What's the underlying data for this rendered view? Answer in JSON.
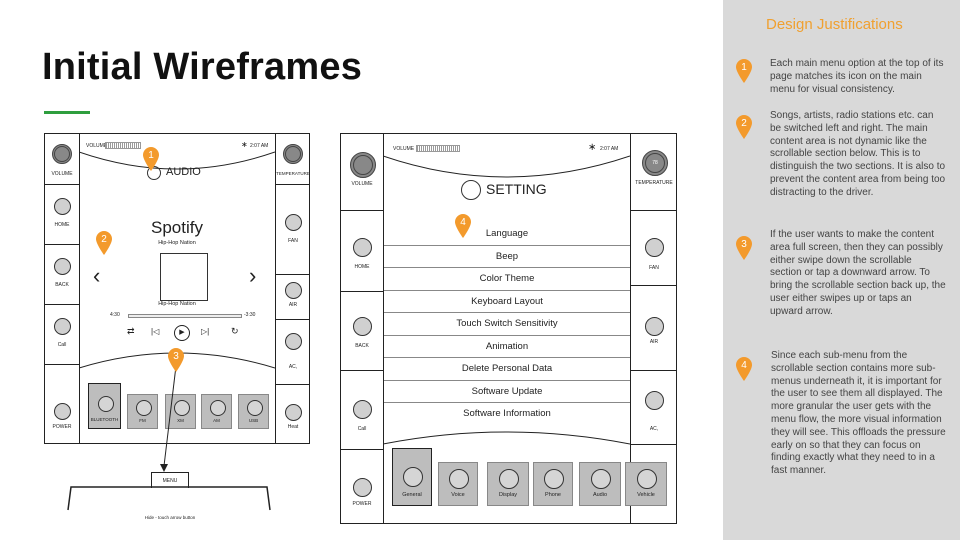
{
  "slide": {
    "title": "Initial Wireframes",
    "accent_color": "#2e9e3e"
  },
  "panel": {
    "title": "Design Justifications",
    "title_color": "#f0a030",
    "pin_color": "#f39a2c",
    "items": [
      {
        "num": "1",
        "text": "Each main menu option at the top of its page matches its icon on the main menu for visual consistency."
      },
      {
        "num": "2",
        "text": "Songs, artists, radio stations etc. can be switched left and right. The main content area is not dynamic like the scrollable section below. This is to distinguish the two sections. It is also to prevent the content area from being too distracting to the driver."
      },
      {
        "num": "3",
        "text": "If the user wants to make the content area full screen, then they can possibly either swipe down the scrollable section or tap a downward arrow. To bring the scrollable section back up, the user either swipes up or taps an upward arrow."
      },
      {
        "num": "4",
        "text": "Since each sub-menu from the scrollable section contains more sub-menus underneath it, it is important for the user to see them all displayed. The more granular the user gets with the menu flow, the more visual information they will see. This offloads the pressure early on so that they can focus on finding exactly what they need to in a fast manner."
      }
    ]
  },
  "audio_frame": {
    "status_volume": "VOLUME",
    "status_time": "2:07 AM",
    "heading": "AUDIO",
    "left_controls": [
      "VOLUME",
      "HOME",
      "BACK",
      "Call",
      "POWER"
    ],
    "right_controls": [
      "TEMPERATURE",
      "FAN",
      "AIR",
      "AC,",
      "Heat"
    ],
    "source": "Spotify",
    "playlist_top": "Hip-Hop Nation",
    "playlist_bottom": "Hip-Hop Nation",
    "time_elapsed": "4:30",
    "time_remaining": "-3:30",
    "tiles": [
      "BLUETOOTH",
      "FM",
      "XM",
      "AM",
      "USB"
    ],
    "menu_button": "MENU",
    "hide_caption": "Hide - touch arrow button",
    "callouts": [
      "1",
      "2",
      "3"
    ]
  },
  "setting_frame": {
    "status_volume": "VOLUME",
    "status_time": "2:07 AM",
    "heading": "SETTING",
    "temperature_value": "78",
    "left_controls": [
      "VOLUME",
      "HOME",
      "BACK",
      "Call",
      "POWER"
    ],
    "right_controls": [
      "TEMPERATURE",
      "FAN",
      "AIR",
      "AC,"
    ],
    "menu": [
      "Language",
      "Beep",
      "Color Theme",
      "Keyboard Layout",
      "Touch Switch Sensitivity",
      "Animation",
      "Delete Personal Data",
      "Software Update",
      "Software Information"
    ],
    "tiles": [
      "General",
      "Voice",
      "Display",
      "Phone",
      "Audio",
      "Vehicle"
    ],
    "callouts": [
      "4"
    ]
  }
}
